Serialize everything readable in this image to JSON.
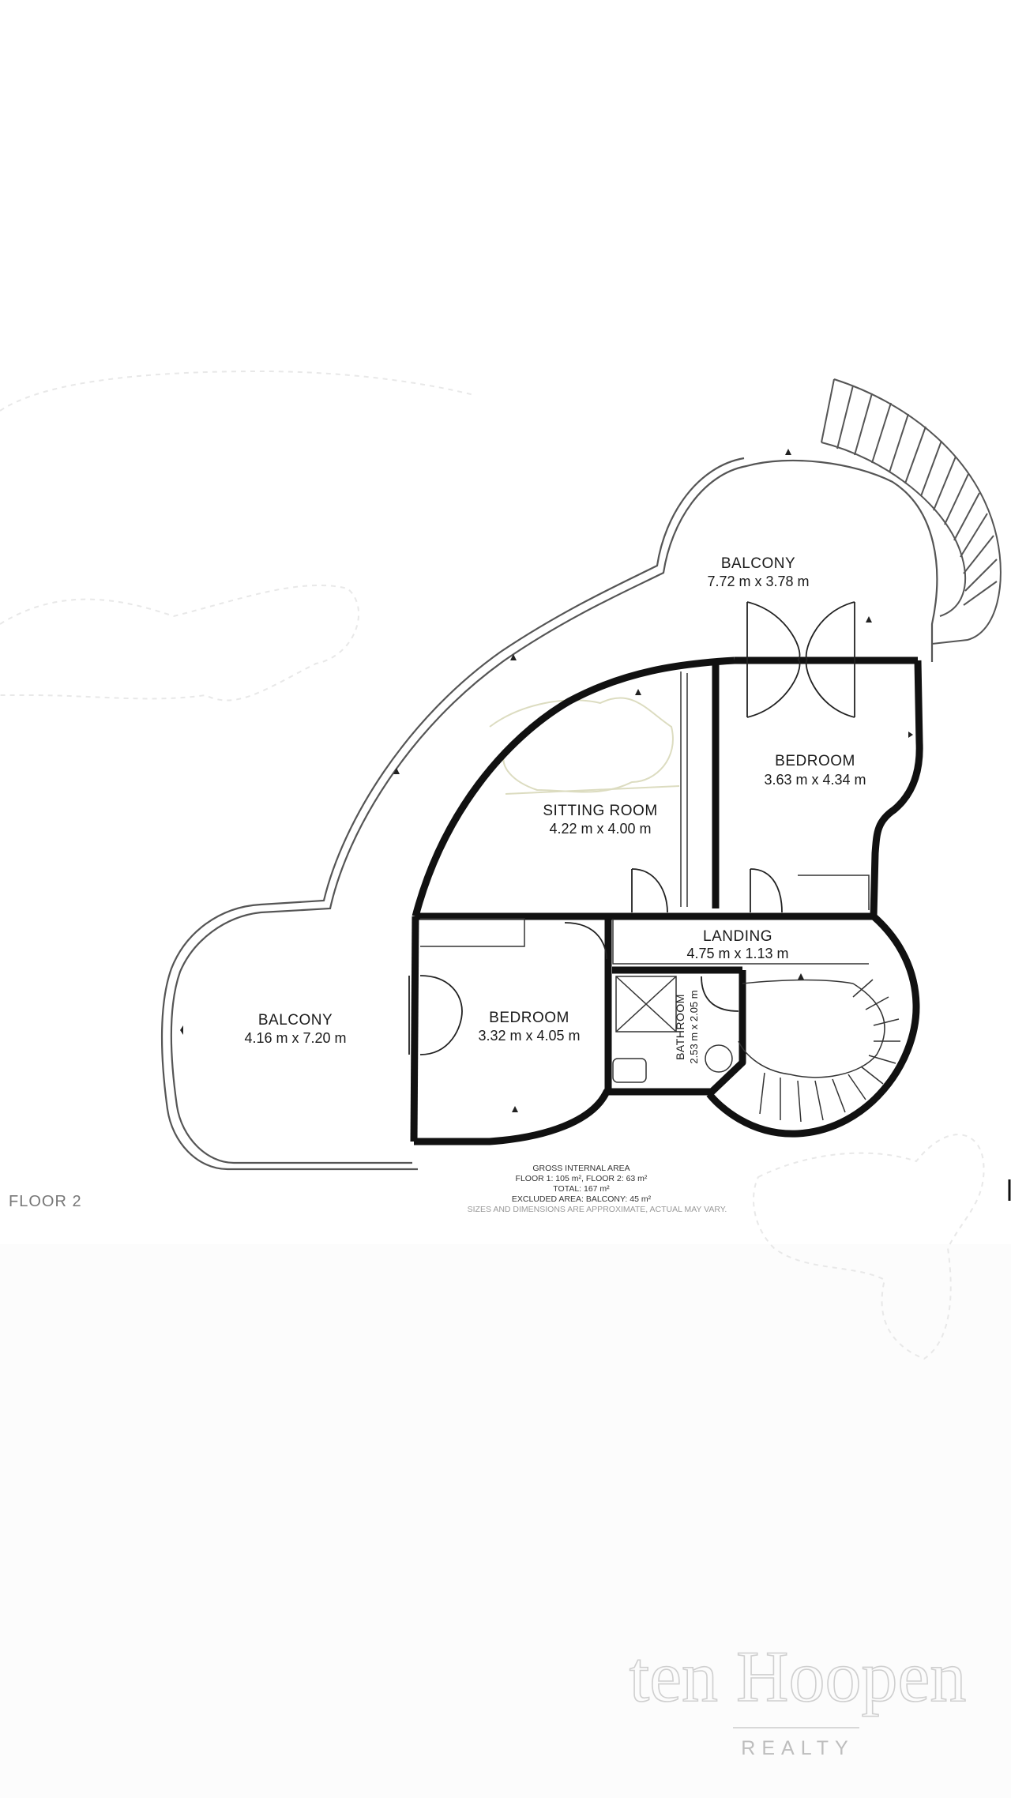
{
  "floor_label": "FLOOR 2",
  "rooms": {
    "balcony_top": {
      "name": "BALCONY",
      "dims": "7.72 m x 3.78 m"
    },
    "bedroom_right": {
      "name": "BEDROOM",
      "dims": "3.63 m x 4.34 m"
    },
    "sitting_room": {
      "name": "SITTING ROOM",
      "dims": "4.22 m x 4.00 m"
    },
    "landing": {
      "name": "LANDING",
      "dims": "4.75 m x 1.13 m"
    },
    "balcony_left": {
      "name": "BALCONY",
      "dims": "4.16 m x 7.20 m"
    },
    "bedroom_left": {
      "name": "BEDROOM",
      "dims": "3.32 m x 4.05 m"
    },
    "bathroom": {
      "name": "BATHROOM",
      "dims": "2.53 m x 2.05 m"
    }
  },
  "area_notes": {
    "heading": "GROSS INTERNAL AREA",
    "floors": "FLOOR 1: 105 m², FLOOR 2: 63 m²",
    "total": "TOTAL: 167 m²",
    "excluded": "EXCLUDED AREA: BALCONY: 45 m²",
    "disclaimer": "SIZES AND DIMENSIONS ARE APPROXIMATE, ACTUAL MAY VARY."
  },
  "logo": {
    "name": "ten Hoopen",
    "tagline": "REALTY"
  },
  "colors": {
    "wall": "#111111",
    "outline": "#555555",
    "background": "#ffffff"
  }
}
